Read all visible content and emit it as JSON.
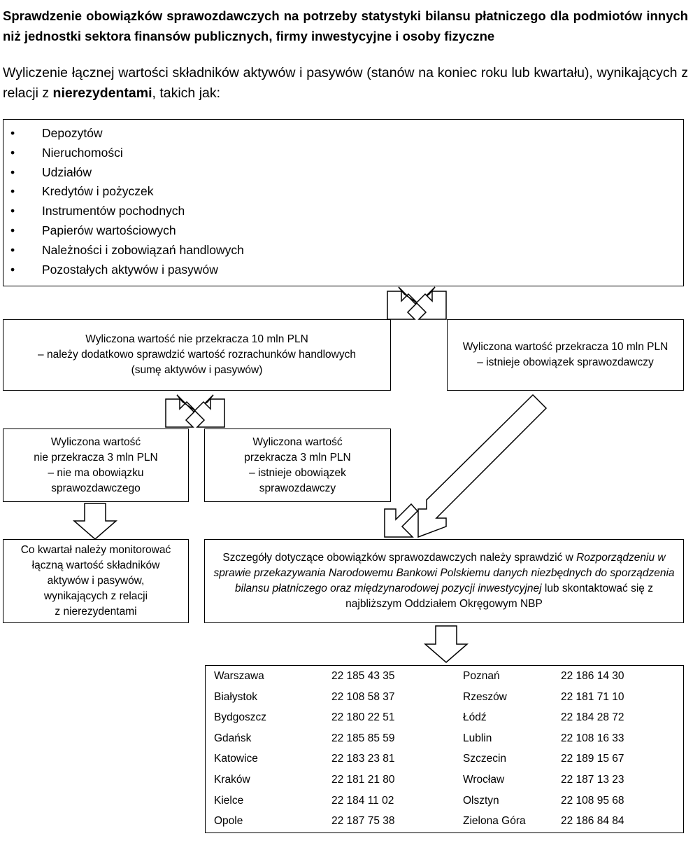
{
  "title": "Sprawdzenie obowiązków sprawozdawczych na potrzeby statystyki bilansu płatniczego dla podmiotów innych niż jednostki sektora finansów publicznych, firmy inwestycyjne i osoby fizyczne",
  "intro": {
    "text_before": "Wyliczenie łącznej wartości składników aktywów i pasywów (stanów na koniec roku lub kwartału), wynikających z relacji z ",
    "bold": "nierezydentami",
    "text_after": ", takich jak:"
  },
  "items": [
    "Depozytów",
    "Nieruchomości",
    "Udziałów",
    "Kredytów i pożyczek",
    "Instrumentów pochodnych",
    "Papierów wartościowych",
    "Należności i zobowiązań handlowych",
    "Pozostałych aktywów i pasywów"
  ],
  "boxes": {
    "under10": [
      "Wyliczona wartość nie przekracza 10 mln PLN",
      "– należy dodatkowo sprawdzić wartość rozrachunków handlowych",
      "(sumę aktywów i pasywów)"
    ],
    "over10": [
      "Wyliczona wartość przekracza 10 mln PLN",
      "– istnieje obowiązek sprawozdawczy"
    ],
    "under3": [
      "Wyliczona wartość",
      "nie przekracza 3 mln PLN",
      "– nie ma obowiązku",
      "sprawozdawczego"
    ],
    "over3": [
      "Wyliczona wartość",
      "przekracza 3 mln PLN",
      "– istnieje obowiązek",
      "sprawozdawczy"
    ],
    "monitor": [
      "Co kwartał należy monitorować",
      "łączną wartość składników",
      "aktywów i pasywów,",
      "wynikających z relacji",
      "z nierezydentami"
    ],
    "details": {
      "p1": "Szczegóły dotyczące obowiązków sprawozdawczych należy sprawdzić w ",
      "italic": "Rozporządzeniu w sprawie przekazywania Narodowemu Bankowi Polskiemu danych niezbędnych do sporządzenia bilansu płatniczego oraz międzynarodowej pozycji inwestycyjnej",
      "p2": " lub skontaktować się z najbliższym Oddziałem Okręgowym NBP"
    }
  },
  "contacts": [
    {
      "city1": "Warszawa",
      "phone1": "22 185 43 35",
      "city2": "Poznań",
      "phone2": "22 186 14 30"
    },
    {
      "city1": "Białystok",
      "phone1": "22 108 58 37",
      "city2": "Rzeszów",
      "phone2": "22 181 71 10"
    },
    {
      "city1": "Bydgoszcz",
      "phone1": "22 180 22 51",
      "city2": "Łódź",
      "phone2": "22 184 28 72"
    },
    {
      "city1": "Gdańsk",
      "phone1": "22 185 85 59",
      "city2": "Lublin",
      "phone2": "22 108 16 33"
    },
    {
      "city1": "Katowice",
      "phone1": "22 183 23 81",
      "city2": "Szczecin",
      "phone2": "22 189 15 67"
    },
    {
      "city1": "Kraków",
      "phone1": "22 181 21 80",
      "city2": "Wrocław",
      "phone2": "22 187 13 23"
    },
    {
      "city1": "Kielce",
      "phone1": "22 184 11 02",
      "city2": "Olsztyn",
      "phone2": "22 108 95 68"
    },
    {
      "city1": "Opole",
      "phone1": "22 187 75 38",
      "city2": "Zielona Góra",
      "phone2": "22 186 84 84"
    }
  ]
}
